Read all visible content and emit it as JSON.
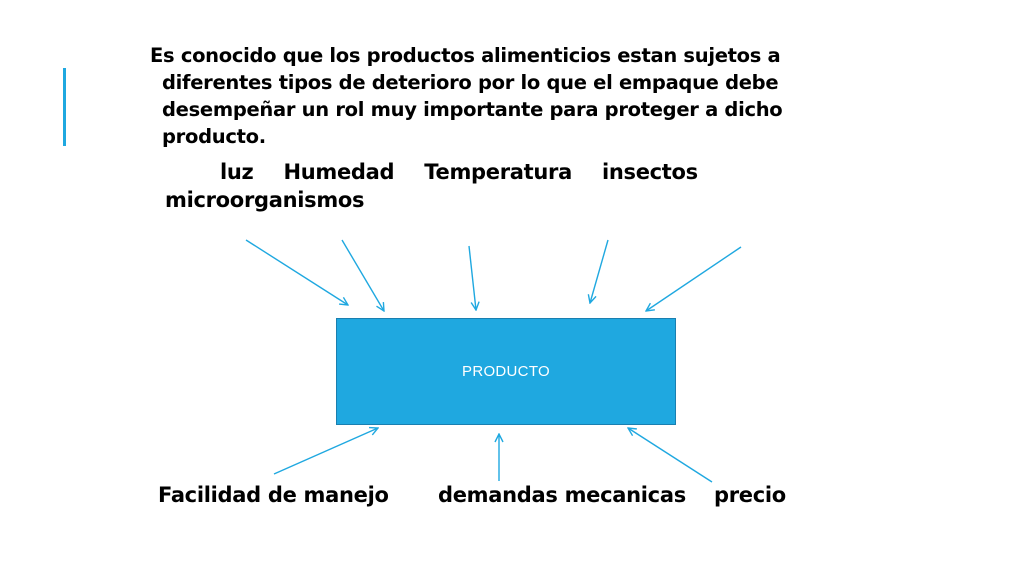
{
  "intro": {
    "line1": "Es conocido que los productos alimenticios estan sujetos a",
    "line2": "diferentes tipos de deterioro por lo que el empaque debe",
    "line3": "desempeñar un rol muy importante para proteger a dicho",
    "line4": "producto."
  },
  "top_factors": [
    "luz",
    "Humedad",
    "Temperatura",
    "insectos",
    "microorganismos"
  ],
  "product": {
    "label": "PRODUCTO"
  },
  "bottom_factors": [
    "Facilidad de manejo",
    "demandas mecanicas",
    "precio"
  ],
  "colors": {
    "accent": "#1fa8e0",
    "arrow": "#1fa8e0"
  }
}
